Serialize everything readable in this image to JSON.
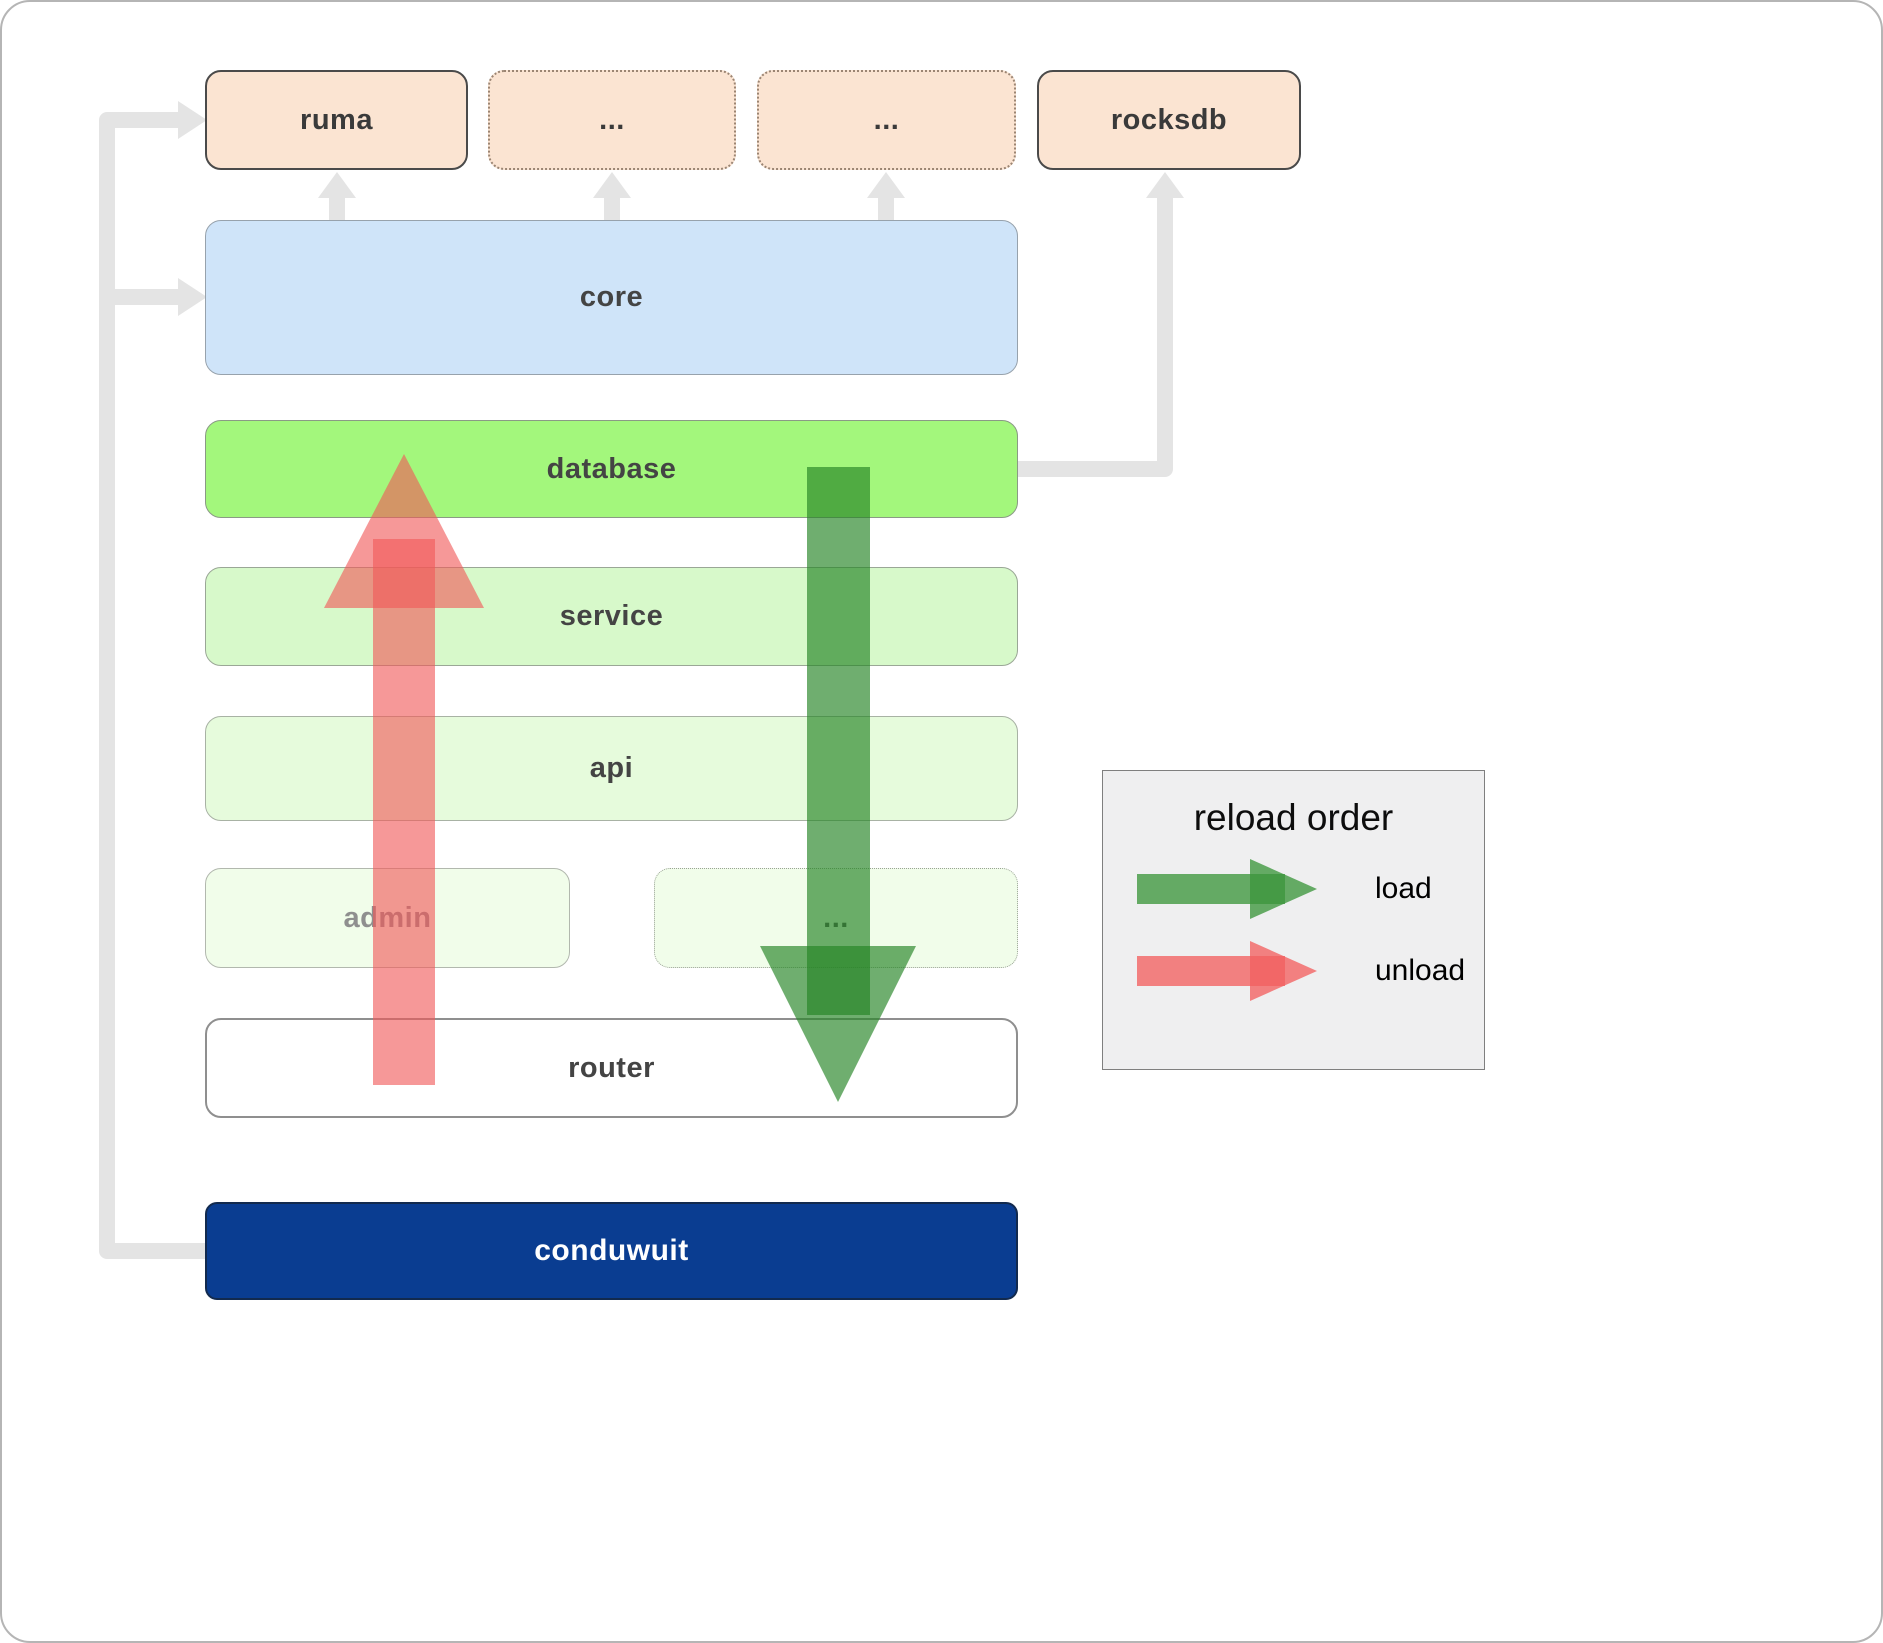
{
  "boxes": {
    "ruma": "ruma",
    "dep_more_1": "...",
    "dep_more_2": "...",
    "rocksdb": "rocksdb",
    "core": "core",
    "database": "database",
    "service": "service",
    "api": "api",
    "admin": "admin",
    "service_more": "...",
    "router": "router",
    "conduwuit": "conduwuit"
  },
  "legend": {
    "title": "reload order",
    "items": [
      {
        "label": "load",
        "color": "#2e8b2e"
      },
      {
        "label": "unload",
        "color": "#f15858"
      }
    ]
  },
  "colors": {
    "dependency_fill": "#fbe4d2",
    "core_fill": "#cfe4f9",
    "database_fill": "#a3f77c",
    "service_fill": "#d7f9ca",
    "api_fill": "#e6fbdc",
    "admin_fill": "#f1fdea",
    "router_fill": "#ffffff",
    "conduwuit_fill": "#0a3d91",
    "connector_gray": "#e4e4e4",
    "load_arrow_green": "#2e8b2e",
    "unload_arrow_red": "#f15858"
  }
}
